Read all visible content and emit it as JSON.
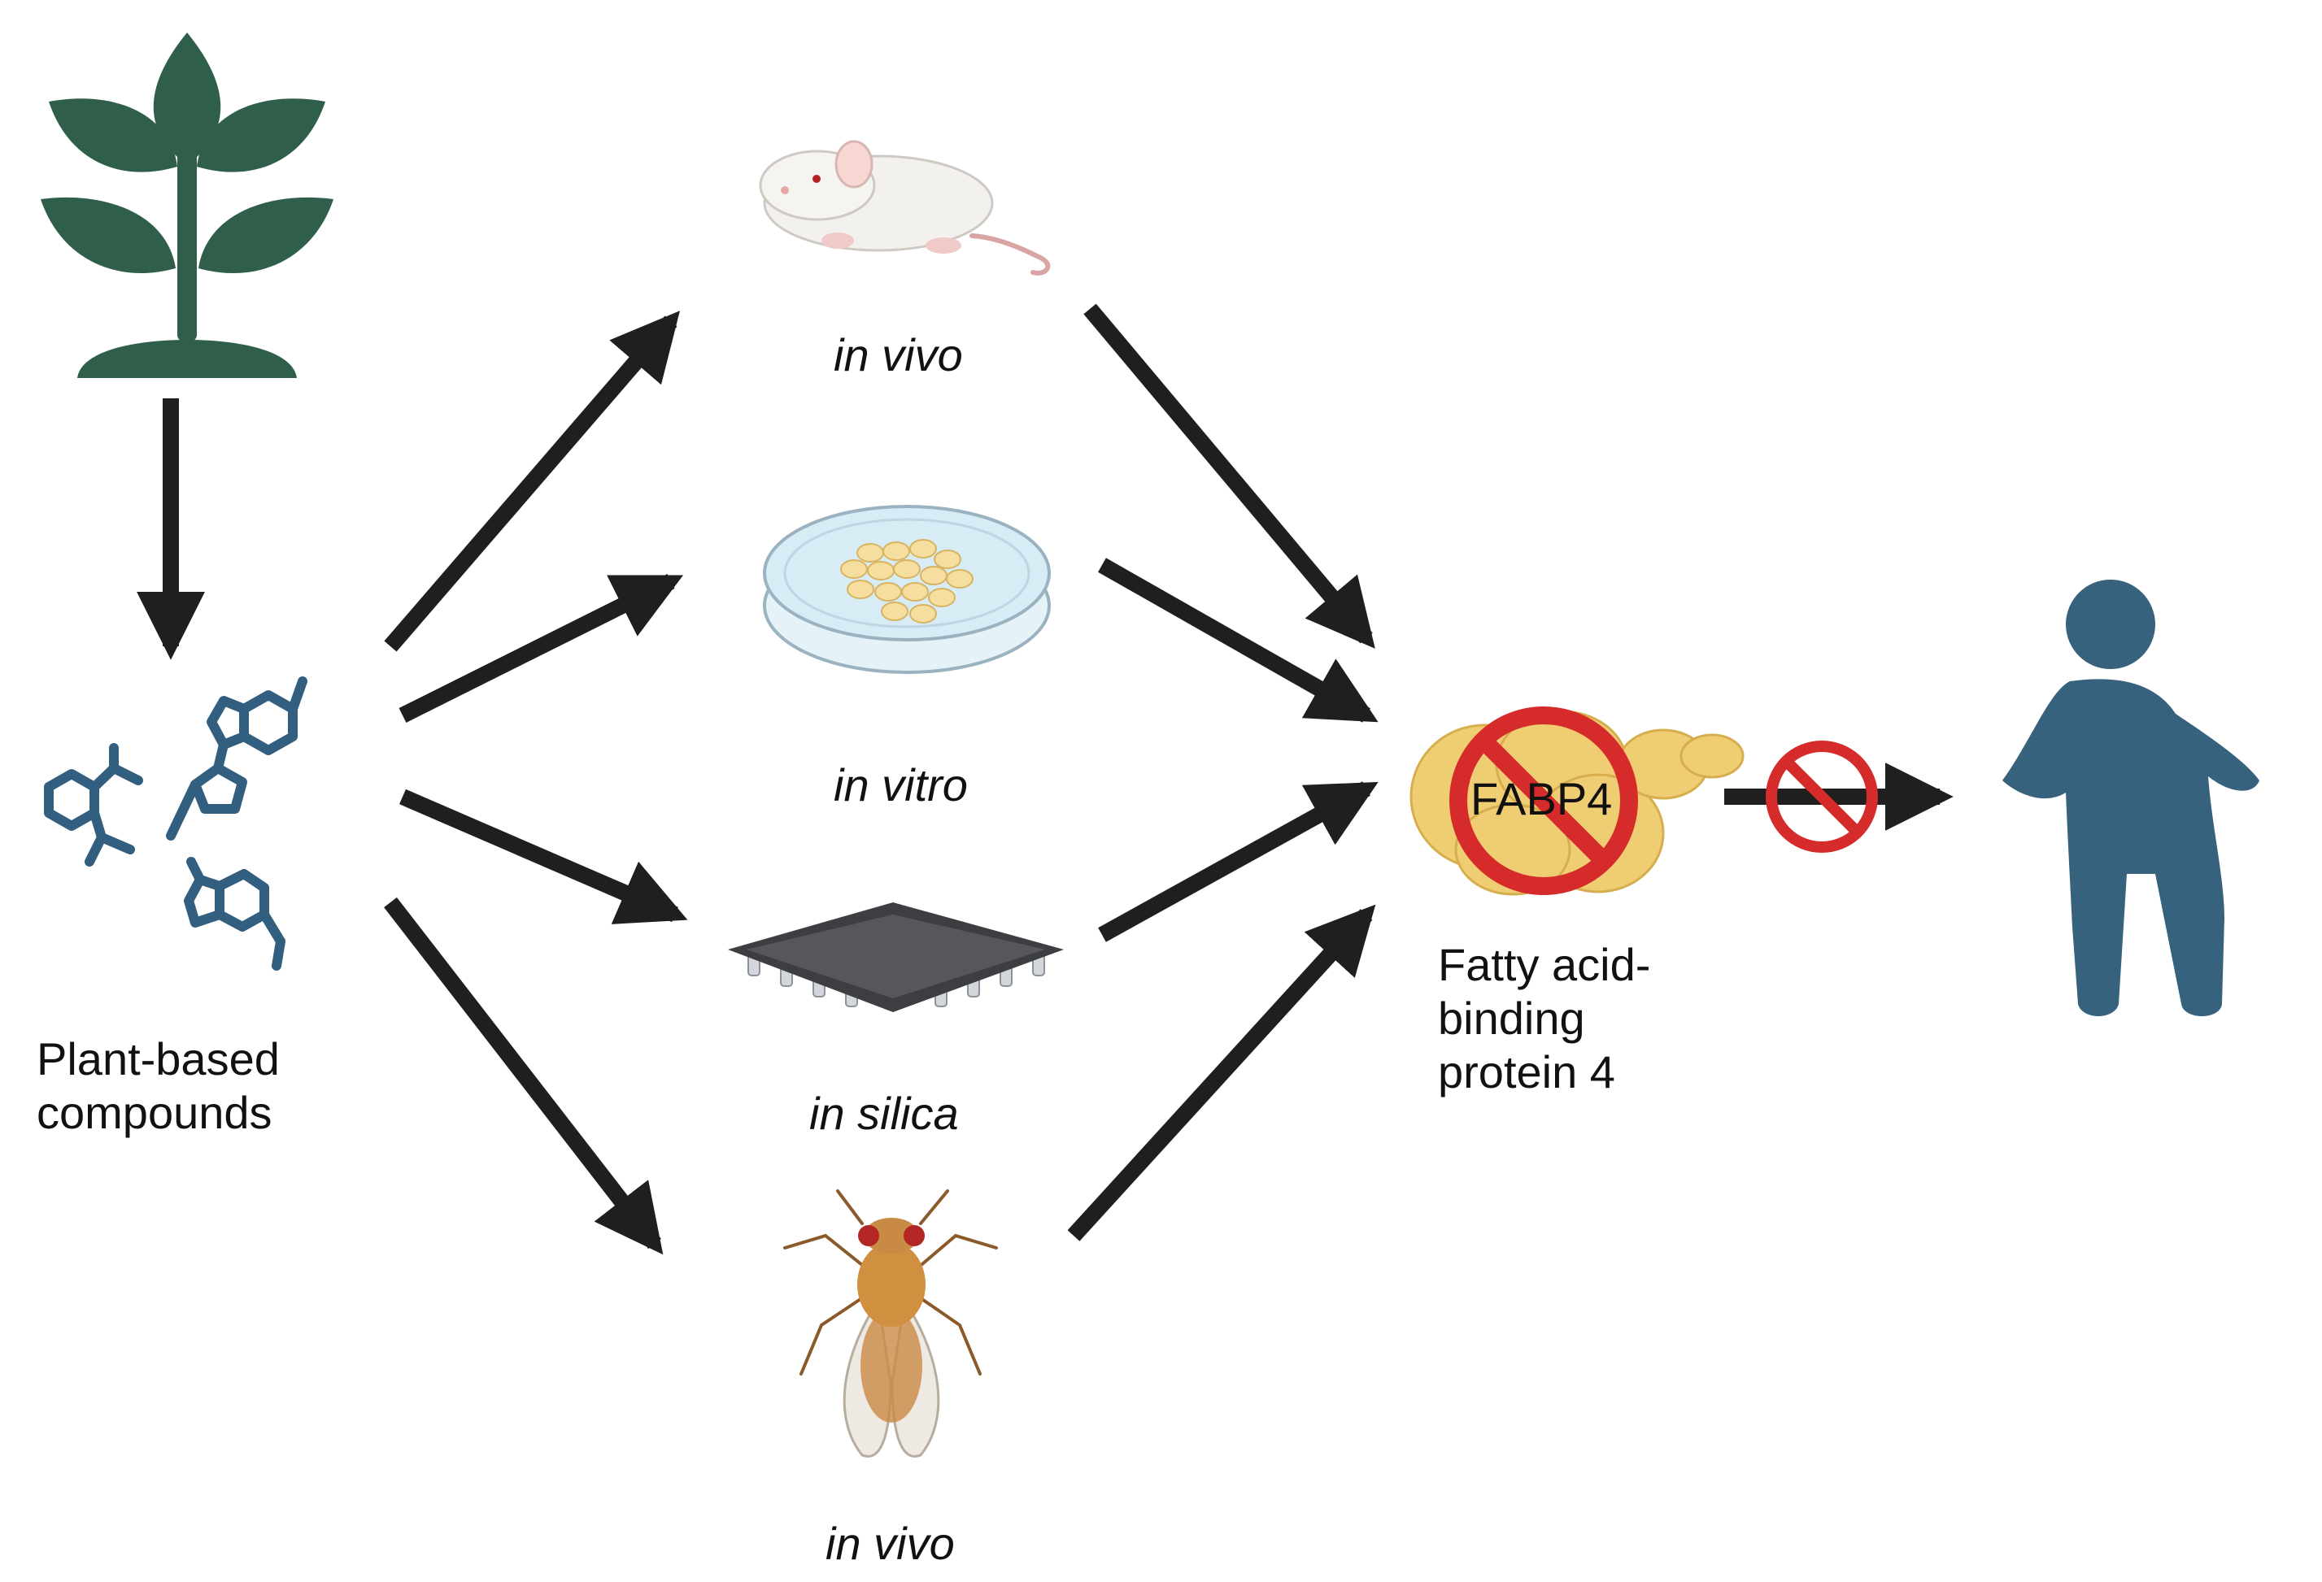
{
  "colors": {
    "arrow": "#1f1f1f",
    "plant": "#2f5f4a",
    "molecule": "#325f80",
    "person": "#37627e",
    "prohibit": "#d62b2b",
    "fat": "#efcd73",
    "dish": "#d7ecf4",
    "chip": "#4a4c50",
    "mouse": "#f3f1ee",
    "fly": "#c98a45"
  },
  "labels": {
    "compounds_line1": "Plant-based",
    "compounds_line2": "compounds",
    "method_mouse": "in vivo",
    "method_cells": "in vitro",
    "method_chip": "in silica",
    "method_fly": "in vivo",
    "target_code": "FABP4",
    "target_line1": "Fatty acid-",
    "target_line2": "binding",
    "target_line3": "protein 4"
  },
  "icons": [
    "plant-icon",
    "molecules-icon",
    "mouse-icon",
    "petri-dish-icon",
    "microchip-icon",
    "fruit-fly-icon",
    "fat-cell-icon",
    "prohibit-icon",
    "person-icon"
  ]
}
